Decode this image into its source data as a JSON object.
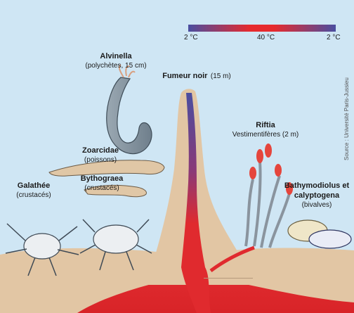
{
  "temperature_scale": {
    "ticks": [
      "2 °C",
      "40 °C",
      "2 °C"
    ],
    "colors": [
      "#4a4ea0",
      "#e62a2e",
      "#4a4ea0"
    ]
  },
  "labels": {
    "alvinella": {
      "title": "Alvinella",
      "subtitle": "(polychètes, 15 cm)"
    },
    "fumeur": {
      "title": "Fumeur noir",
      "subtitle": "(15 m)"
    },
    "riftia": {
      "title": "Riftia",
      "subtitle": "Vestimentifères (2 m)"
    },
    "zoarcidae": {
      "title": "Zoarcidae",
      "subtitle": "(poissons)"
    },
    "bythograea": {
      "title": "Bythograea",
      "subtitle": "(crustacés)"
    },
    "galathee": {
      "title": "Galathée",
      "subtitle": "(crustacés)"
    },
    "bathymodiolus": {
      "title1": "Bathymodiolus et",
      "title2": "calyptogena",
      "subtitle": "(bivalves)"
    }
  },
  "source": "Source : Université Paris-Jussieu",
  "colors": {
    "water": "#cfe6f4",
    "sediment": "#e2c6a4",
    "magma": "#e02a2e",
    "hot_core": "#4a4ea0"
  }
}
